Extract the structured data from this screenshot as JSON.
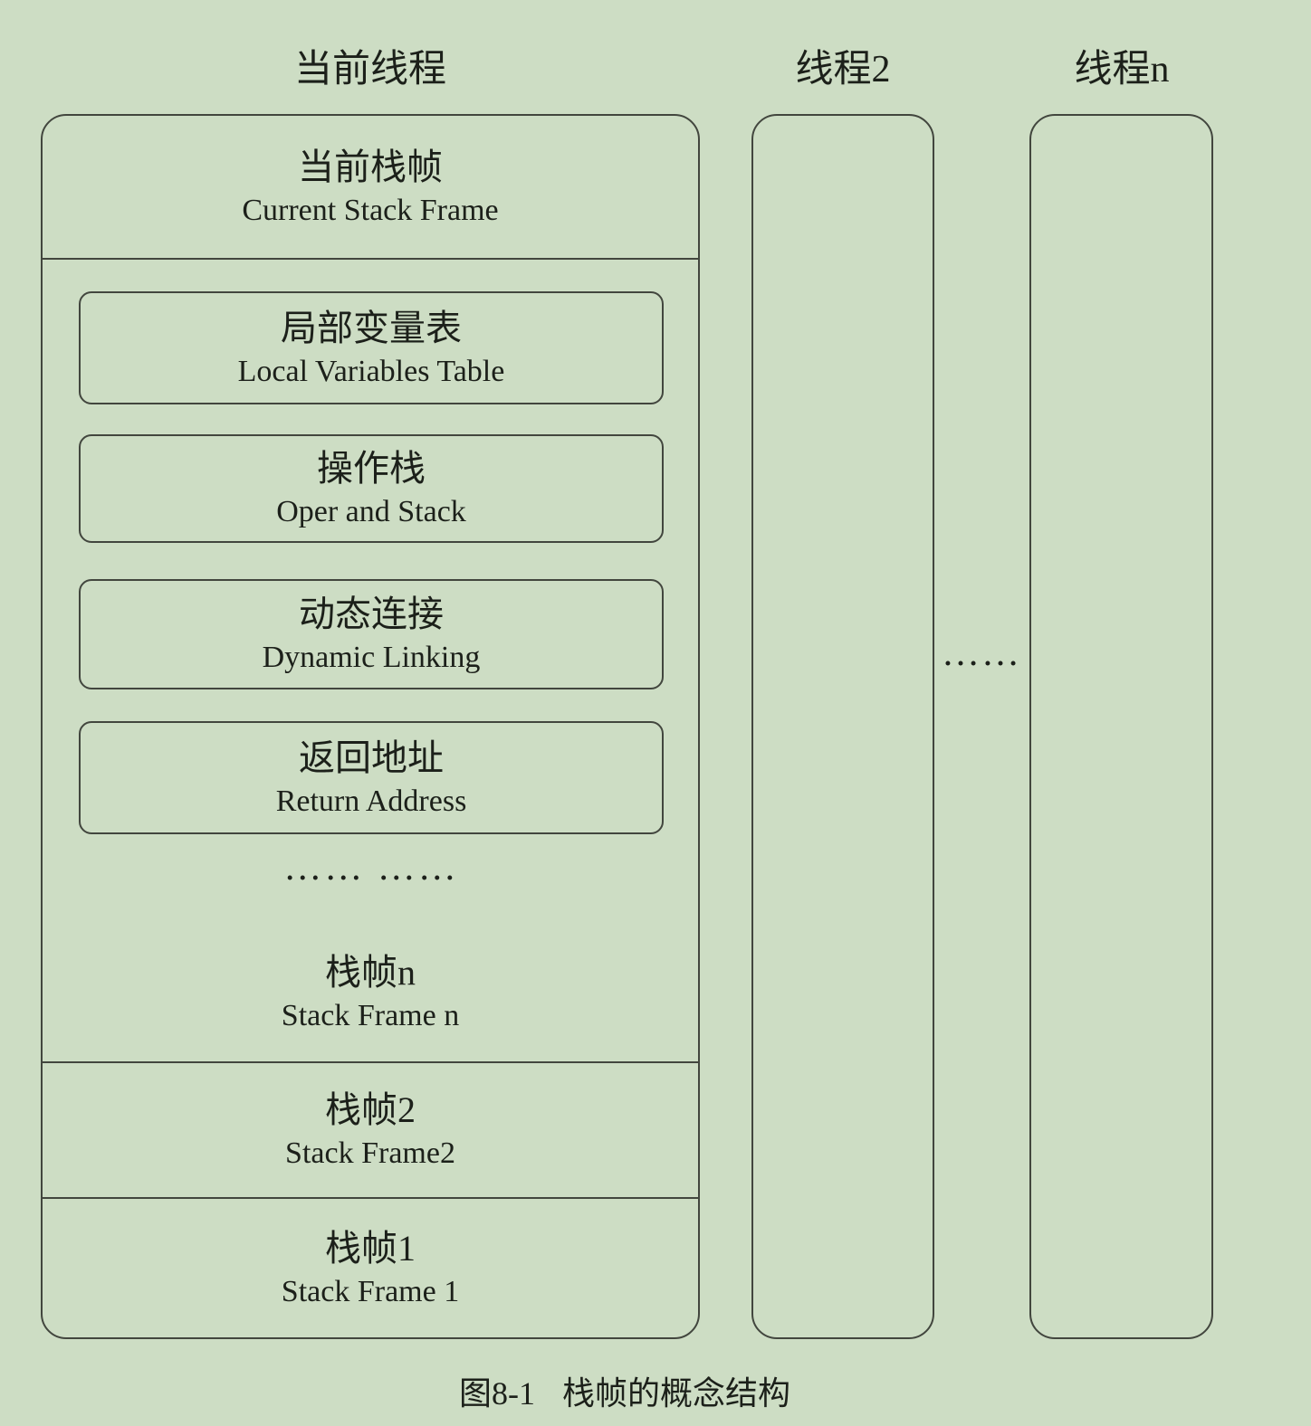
{
  "colors": {
    "background": "#cdddc4",
    "line": "#42463e",
    "text": "#1c201a"
  },
  "headers": {
    "current_thread": "当前线程",
    "thread_2": "线程2",
    "thread_n": "线程n"
  },
  "stack": {
    "current_frame": {
      "zh": "当前栈帧",
      "en": "Current Stack Frame"
    },
    "components": [
      {
        "zh": "局部变量表",
        "en": "Local Variables Table"
      },
      {
        "zh": "操作栈",
        "en": "Oper and Stack"
      },
      {
        "zh": "动态连接",
        "en": "Dynamic Linking"
      },
      {
        "zh": "返回地址",
        "en": "Return Address"
      }
    ],
    "components_ellipsis": "…… ……",
    "frames": [
      {
        "zh": "栈帧n",
        "en": "Stack Frame n"
      },
      {
        "zh": "栈帧2",
        "en": "Stack Frame2"
      },
      {
        "zh": "栈帧1",
        "en": "Stack Frame 1"
      }
    ]
  },
  "threads_gap_ellipsis": "……",
  "figure": {
    "caption_number": "图8-1",
    "caption_title": "栈帧的概念结构"
  }
}
